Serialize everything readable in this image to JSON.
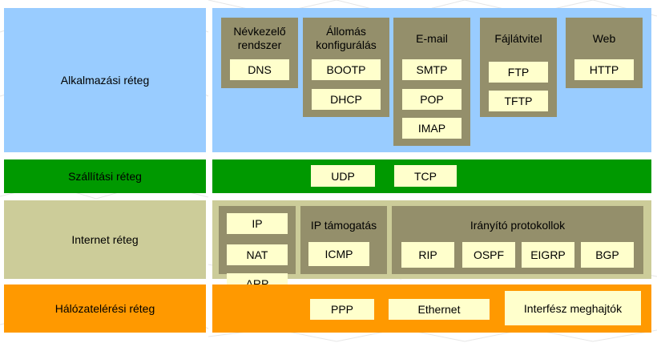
{
  "layers": {
    "application": {
      "label": "Alkalmazási réteg",
      "color": "#99ccff"
    },
    "transport": {
      "label": "Szállítási réteg",
      "color": "#009900"
    },
    "internet": {
      "label": "Internet réteg",
      "color": "#cccc99"
    },
    "network_access": {
      "label": "Hálózatelérési réteg",
      "color": "#ff9900"
    }
  },
  "application": {
    "groups": [
      {
        "title": "Névkezelő rendszer",
        "items": [
          "DNS"
        ]
      },
      {
        "title": "Állomás konfigurálás",
        "items": [
          "BOOTP",
          "DHCP"
        ]
      },
      {
        "title": "E-mail",
        "items": [
          "SMTP",
          "POP",
          "IMAP"
        ]
      },
      {
        "title": "Fájlátvitel",
        "items": [
          "FTP",
          "TFTP"
        ]
      },
      {
        "title": "Web",
        "items": [
          "HTTP"
        ]
      }
    ]
  },
  "transport": {
    "items": [
      "UDP",
      "TCP"
    ]
  },
  "internet": {
    "ip_items": [
      "IP",
      "NAT",
      "ARP"
    ],
    "support": {
      "title": "IP támogatás",
      "items": [
        "ICMP"
      ]
    },
    "routing": {
      "title": "Irányító protokollok",
      "items": [
        "RIP",
        "OSPF",
        "EIGRP",
        "BGP"
      ]
    }
  },
  "network_access": {
    "items": [
      "PPP",
      "Ethernet",
      "Interfész meghajtók"
    ]
  },
  "colors": {
    "group": "#948f6b",
    "box": "#ffffcc"
  }
}
